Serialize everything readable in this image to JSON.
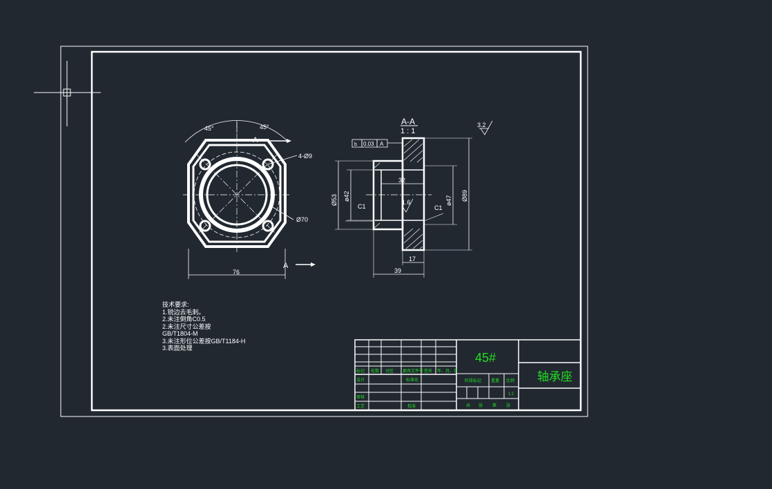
{
  "drawing": {
    "section_title": "A-A",
    "section_scale": "1 : 1",
    "section_mark": "A",
    "roughness_main": "3.2",
    "roughness_inner": "1.6",
    "tolerance": {
      "flatness": "0.03",
      "datum": "A",
      "symbol": "b"
    },
    "dims": {
      "angle_left": "45°",
      "angle_right": "45°",
      "holes": "4-Ø9",
      "pcd": "Ø70",
      "width": "76",
      "bore_len": "32",
      "flange_thk": "17",
      "total_len": "39",
      "od_left": "Ø53",
      "id_left": "ø42",
      "id_right": "ø47",
      "od_right": "Ø89",
      "chamfer_left": "C1",
      "chamfer_right": "C1"
    }
  },
  "tech_notes": {
    "title": "技术要求:",
    "lines": [
      "1.锐边去毛刺。",
      "2.未注倒角C0.5",
      "2.未注尺寸公差按",
      "GB/T1804-M",
      "3.未注形位公差按GB/T1184-H",
      "3.表面处理"
    ]
  },
  "title_block": {
    "material": "45#",
    "part_name": "轴承座",
    "scale_value": "1:1",
    "labels": {
      "mark": "标记",
      "count": "处数",
      "zone": "分区",
      "change_doc": "更改文件号",
      "signature": "签名",
      "date": "年、月、日",
      "design": "设计",
      "standardize": "标准化",
      "stage_mark": "阶段标记",
      "weight": "重量",
      "ratio": "比例",
      "review": "审核",
      "process": "工艺",
      "approve": "批准",
      "total": "共",
      "sheet": "张",
      "page_of": "第",
      "sheet2": "张"
    }
  }
}
